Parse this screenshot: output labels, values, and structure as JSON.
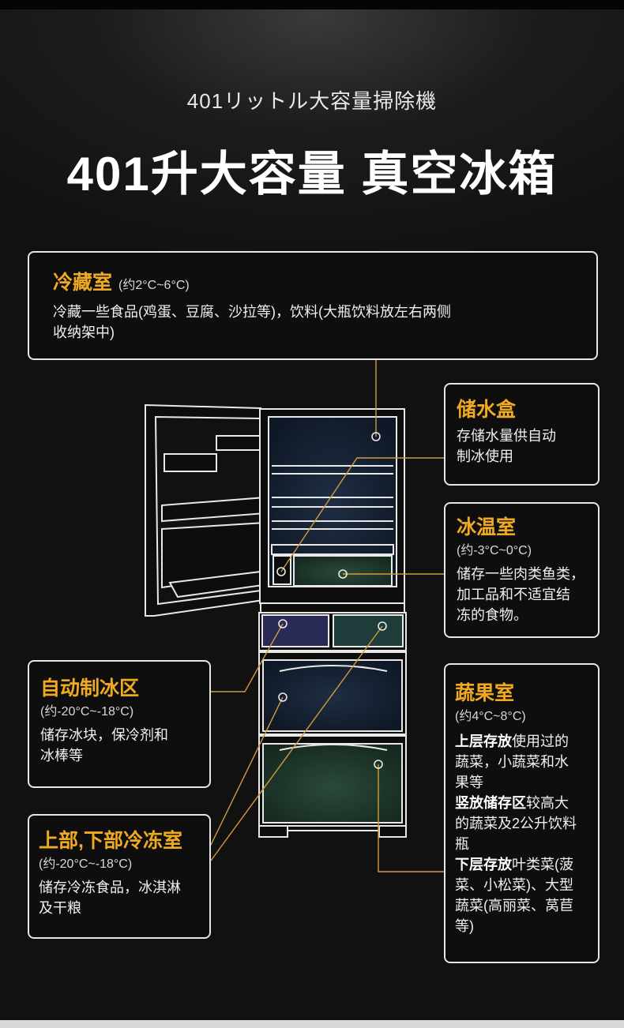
{
  "header": {
    "subtitle": "401リットル大容量掃除機",
    "title": "401升大容量 真空冰箱"
  },
  "compartments": {
    "cold": {
      "name": "冷藏室",
      "temp": "(约2°C~6°C)",
      "desc_line1": "冷藏一些食品(鸡蛋、豆腐、沙拉等)，饮料(大瓶饮料放左右两侧",
      "desc_line2": "收纳架中)"
    },
    "water": {
      "name": "储水盒",
      "desc_line1": "存储水量供自动",
      "desc_line2": "制冰使用"
    },
    "chill": {
      "name": "冰温室",
      "temp": "(约-3°C~0°C)",
      "desc_line1": "储存一些肉类鱼类，",
      "desc_line2": "加工品和不适宜结",
      "desc_line3": "冻的食物。"
    },
    "ice": {
      "name": "自动制冰区",
      "temp": "(约-20°C~-18°C)",
      "desc_line1": "储存冰块，保冷剂和",
      "desc_line2": "冰棒等"
    },
    "freeze": {
      "name": "上部,下部冷冻室",
      "temp": "(约-20°C~-18°C)",
      "desc_line1": "储存冷冻食品，冰淇淋",
      "desc_line2": "及干粮"
    },
    "veg": {
      "name": "蔬果室",
      "temp": "(约4°C~8°C)",
      "upper_label": "上层存放",
      "upper_text_1": "使用过的",
      "upper_text_2": "蔬菜，小蔬菜和水",
      "upper_text_3": "果等",
      "vertical_label": "竖放储存区",
      "vertical_text_1": "较高大",
      "vertical_text_2": "的蔬菜及2公升饮料",
      "vertical_text_3": "瓶",
      "lower_label": "下层存放",
      "lower_text_1": "叶类菜(菠",
      "lower_text_2": "菜、小松菜)、大型",
      "lower_text_3": "蔬菜(高丽菜、莴苣",
      "lower_text_4": "等)"
    }
  },
  "colors": {
    "accent": "#f0a922",
    "leader_line": "#d39a3c",
    "outline": "#e6e6e6"
  }
}
